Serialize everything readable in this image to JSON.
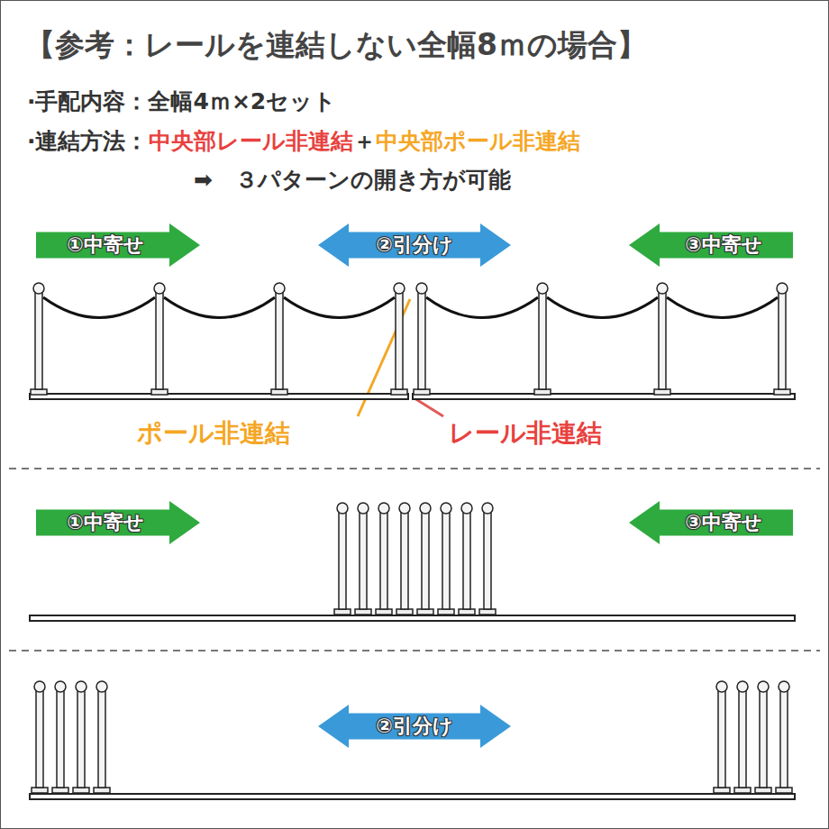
{
  "diagram": {
    "title": "【参考：レールを連結しない全幅8ｍの場合】",
    "nodes": [
      {
        "text": [
          "①中寄せ"
        ]
      },
      {
        "text": [
          "②引分け"
        ]
      },
      {
        "text": [
          "③中寄せ"
        ]
      },
      {
        "text": [
          "①中寄せ"
        ]
      },
      {
        "text": [
          "③中寄せ"
        ]
      },
      {
        "text": [
          "②引分け"
        ]
      }
    ],
    "labels": [
      "·手配内容：全幅4ｍ×2セット",
      "·連結方法：",
      "中央部レール非連結",
      "＋",
      "中央部ポール非連結",
      "➡　３パターンの開き方が可能",
      "ポール非連結",
      "レール非連結"
    ]
  }
}
